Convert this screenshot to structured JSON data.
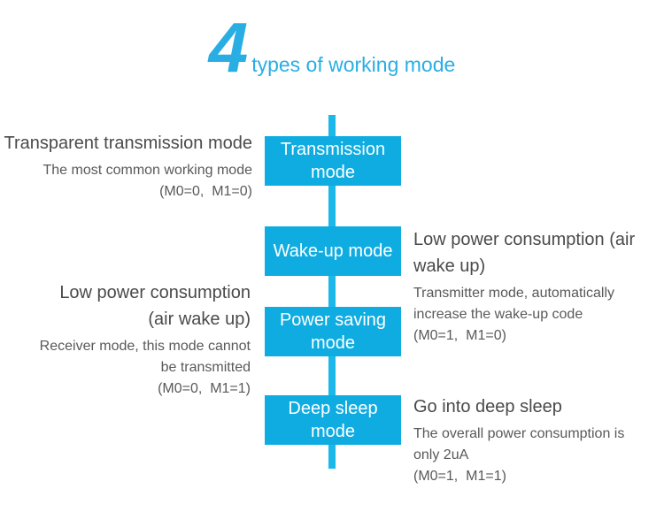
{
  "title": {
    "number": "4",
    "text": "types of working mode"
  },
  "boxes": [
    {
      "label": "Transmission mode"
    },
    {
      "label": "Wake-up mode"
    },
    {
      "label": "Power saving mode"
    },
    {
      "label": "Deep sleep mode"
    }
  ],
  "annotations": {
    "left": [
      {
        "heading": [
          "Transparent transmission mode"
        ],
        "body": [
          "The most common working mode",
          "(M0=0,  M1=0)"
        ]
      },
      {
        "heading": [
          "Low power consumption",
          "(air wake up)"
        ],
        "body": [
          "Receiver mode, this mode cannot",
          "be transmitted",
          "(M0=0,  M1=1)"
        ]
      }
    ],
    "right": [
      {
        "heading": [
          "Low power consumption (air",
          "wake up)"
        ],
        "body": [
          "Transmitter mode, automatically",
          "increase the wake-up code",
          "(M0=1,  M1=0)"
        ]
      },
      {
        "heading": [
          "Go into deep sleep"
        ],
        "body": [
          "The overall power consumption is",
          "only 2uA",
          "(M0=1,  M1=1)"
        ]
      }
    ]
  },
  "colors": {
    "box_cyan": "#0FACE2",
    "line_cyan": "#1CB8EA",
    "title_cyan": "#29AEE4",
    "heading_gray": "#4A4A4B",
    "body_gray": "#58595B",
    "box_text": "#FFFFFF"
  }
}
